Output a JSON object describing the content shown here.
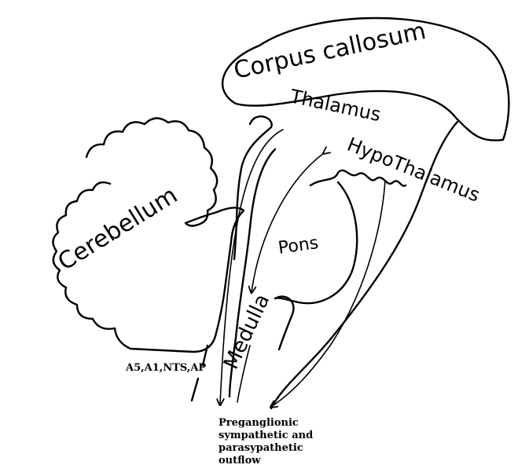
{
  "labels": {
    "corpus_callosum": "Corpus callosum",
    "thalamus": "Thalamus",
    "hypothalamus": "HypoThalamus",
    "cerebellum": "Cerebellum",
    "pons": "Pons",
    "medulla": "Medulla",
    "nuclei": "A5,A1,NTS,AP",
    "outflow_line1": "Preganglionic",
    "outflow_line2": "sympathetic  and",
    "outflow_line3": "parasypathetic",
    "outflow_line4": "outflow"
  },
  "colors": {
    "ink": "#000000",
    "background": "#ffffff"
  }
}
